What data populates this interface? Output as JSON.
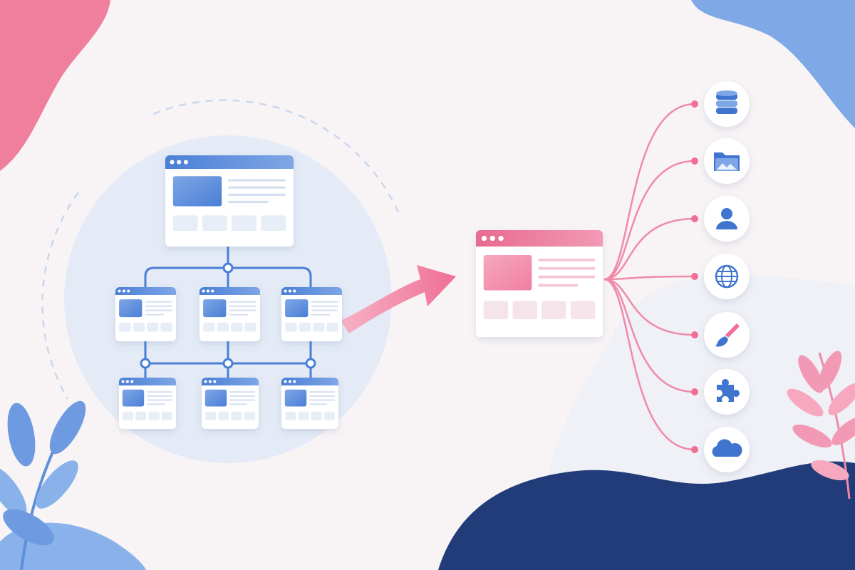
{
  "colors": {
    "background": "#f8f4f6",
    "blue": "#4a7fd6",
    "blue_light": "#a9c3ee",
    "pink": "#ef6f95",
    "pink_light": "#f7a8c0",
    "navy": "#213c78",
    "card": "#ffffff"
  },
  "tree": {
    "root": {
      "kind": "browser-window"
    },
    "level_1": [
      {
        "kind": "browser-window"
      },
      {
        "kind": "browser-window"
      },
      {
        "kind": "browser-window"
      }
    ],
    "level_2": [
      {
        "kind": "browser-window"
      },
      {
        "kind": "browser-window"
      },
      {
        "kind": "browser-window"
      }
    ]
  },
  "arrow": {
    "direction": "right"
  },
  "target": {
    "kind": "browser-window"
  },
  "integrations": [
    {
      "icon": "database-icon"
    },
    {
      "icon": "folder-image-icon"
    },
    {
      "icon": "user-icon"
    },
    {
      "icon": "globe-icon"
    },
    {
      "icon": "paintbrush-icon"
    },
    {
      "icon": "puzzle-piece-icon"
    },
    {
      "icon": "cloud-icon"
    }
  ]
}
